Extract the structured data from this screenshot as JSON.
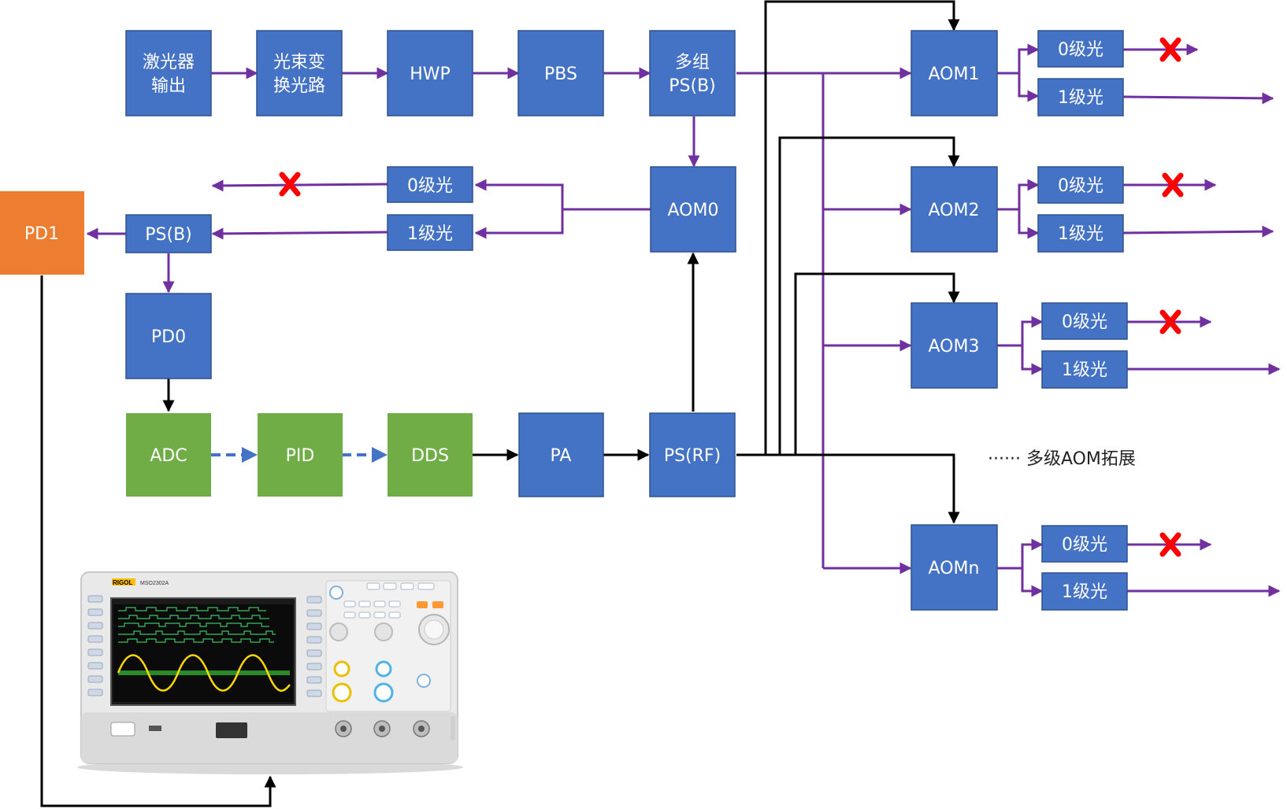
{
  "colors": {
    "blue_box": "#4472C4",
    "green_box": "#70AD47",
    "orange_box": "#ED7D31",
    "optical_path": "#7030A0",
    "rf_path": "#000000",
    "digital_path": "#4472C4",
    "blocked_mark": "#FF0000",
    "scope_body": "#E6E6E6"
  },
  "nodes": {
    "laser": "激光器\n输出",
    "beam_shaping": "光束变\n换光路",
    "hwp": "HWP",
    "pbs": "PBS",
    "multi_ps_b": "多组\nPS(B)",
    "aom0": "AOM0",
    "aom0_order0": "0级光",
    "aom0_order1": "1级光",
    "ps_b": "PS(B)",
    "pd1": "PD1",
    "pd0": "PD0",
    "adc": "ADC",
    "pid": "PID",
    "dds": "DDS",
    "pa": "PA",
    "ps_rf": "PS(RF)",
    "aom1": "AOM1",
    "aom1_order0": "0级光",
    "aom1_order1": "1级光",
    "aom2": "AOM2",
    "aom2_order0": "0级光",
    "aom2_order1": "1级光",
    "aom3": "AOM3",
    "aom3_order0": "0级光",
    "aom3_order1": "1级光",
    "aomn": "AOMn",
    "aomn_order0": "0级光",
    "aomn_order1": "1级光"
  },
  "expansion_note": "······ 多级AOM拓展",
  "oscilloscope": {
    "brand": "RIGOL",
    "model": "MSO2302A",
    "icon": "oscilloscope-icon"
  }
}
